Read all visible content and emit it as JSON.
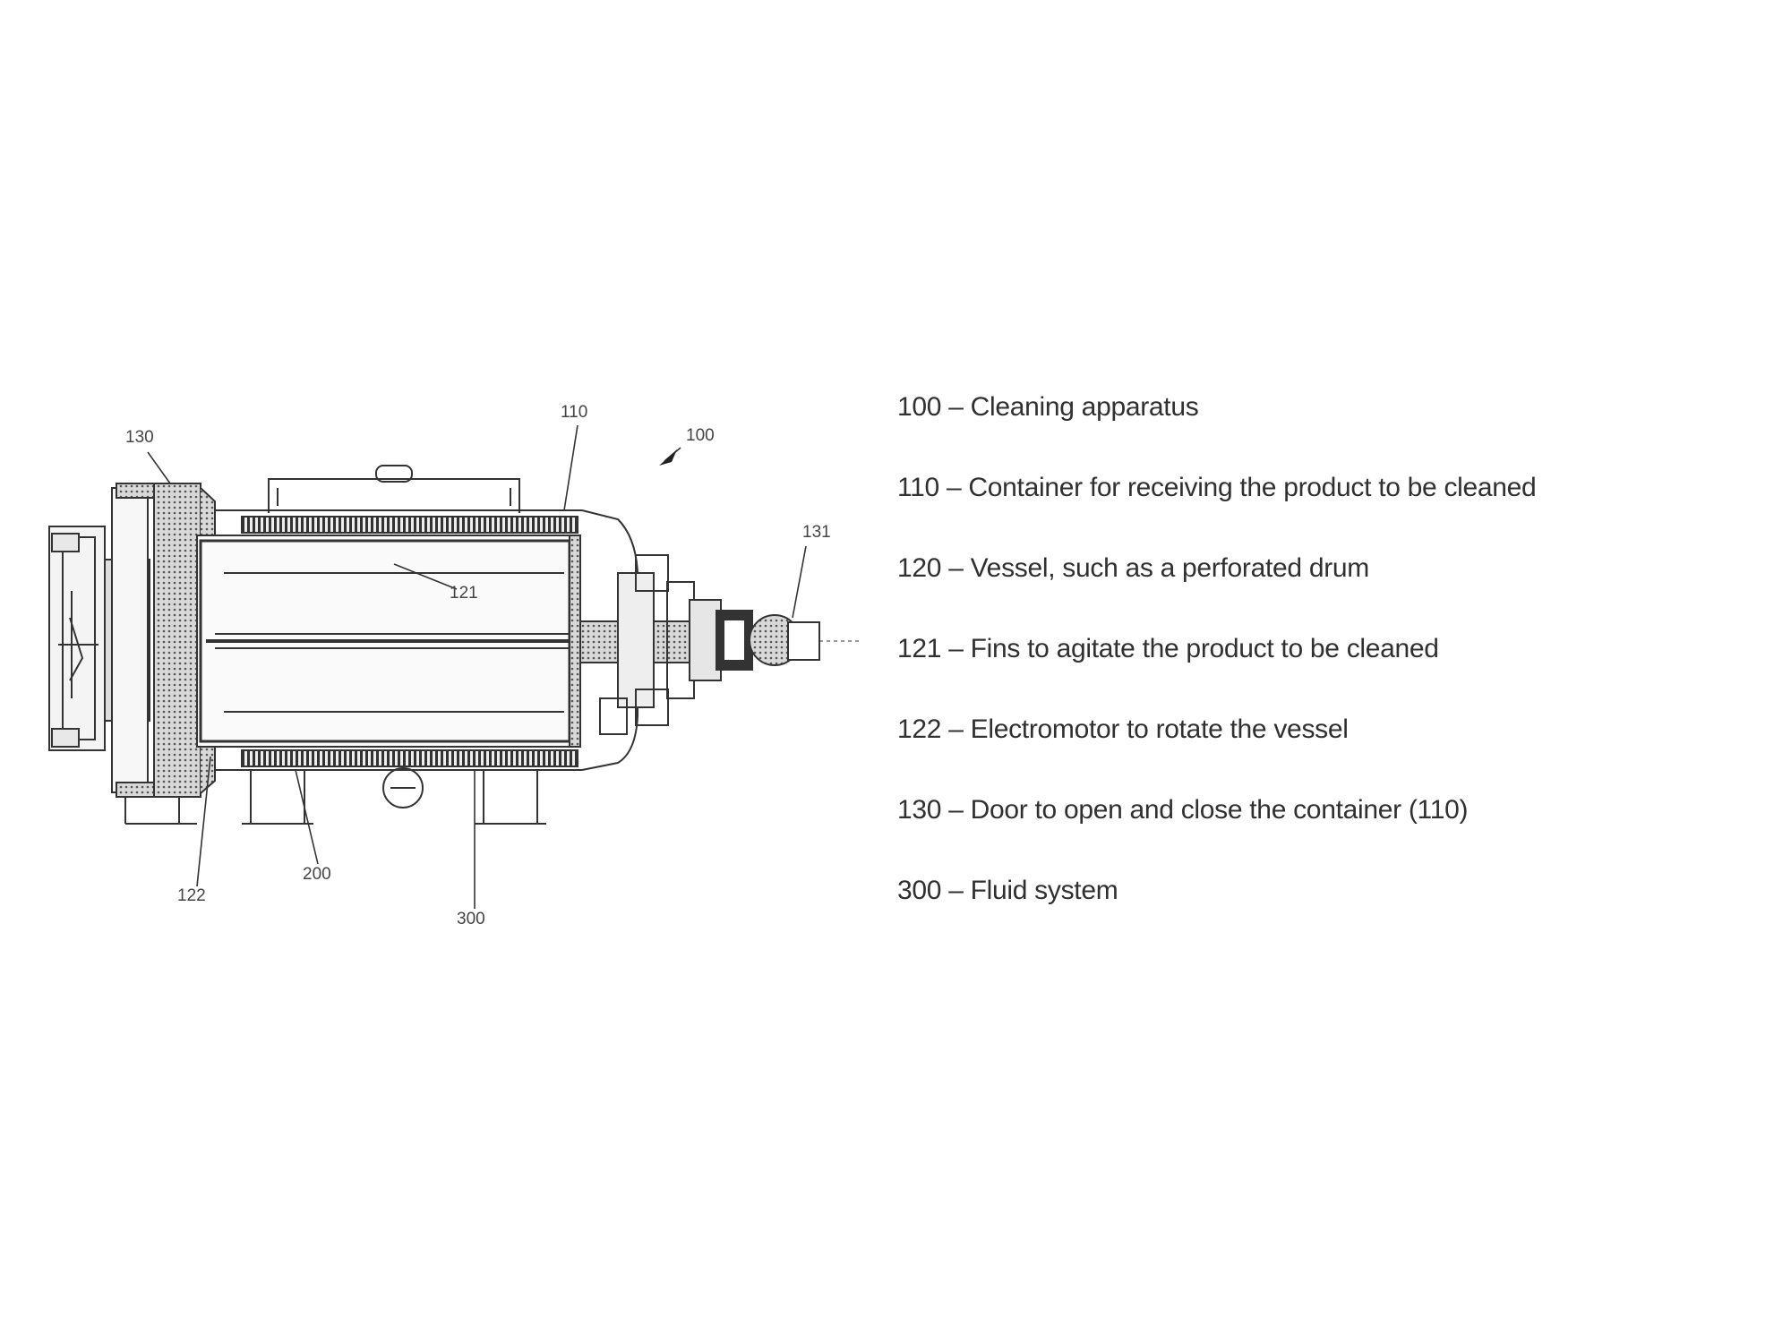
{
  "callouts": {
    "c130": "130",
    "c110": "110",
    "c100": "100",
    "c131": "131",
    "c121": "121",
    "c200": "200",
    "c122": "122",
    "c300": "300"
  },
  "legend": [
    {
      "code": "100",
      "text": "Cleaning apparatus"
    },
    {
      "code": "110",
      "text": "Container for receiving the product to be cleaned"
    },
    {
      "code": "120",
      "text": "Vessel, such as a perforated drum"
    },
    {
      "code": "121",
      "text": "Fins to agitate the product to be cleaned"
    },
    {
      "code": "122",
      "text": "Electromotor to rotate the vessel"
    },
    {
      "code": "130",
      "text": "Door to open and close the container (110)"
    },
    {
      "code": "300",
      "text": "Fluid system"
    }
  ],
  "separator": " – "
}
